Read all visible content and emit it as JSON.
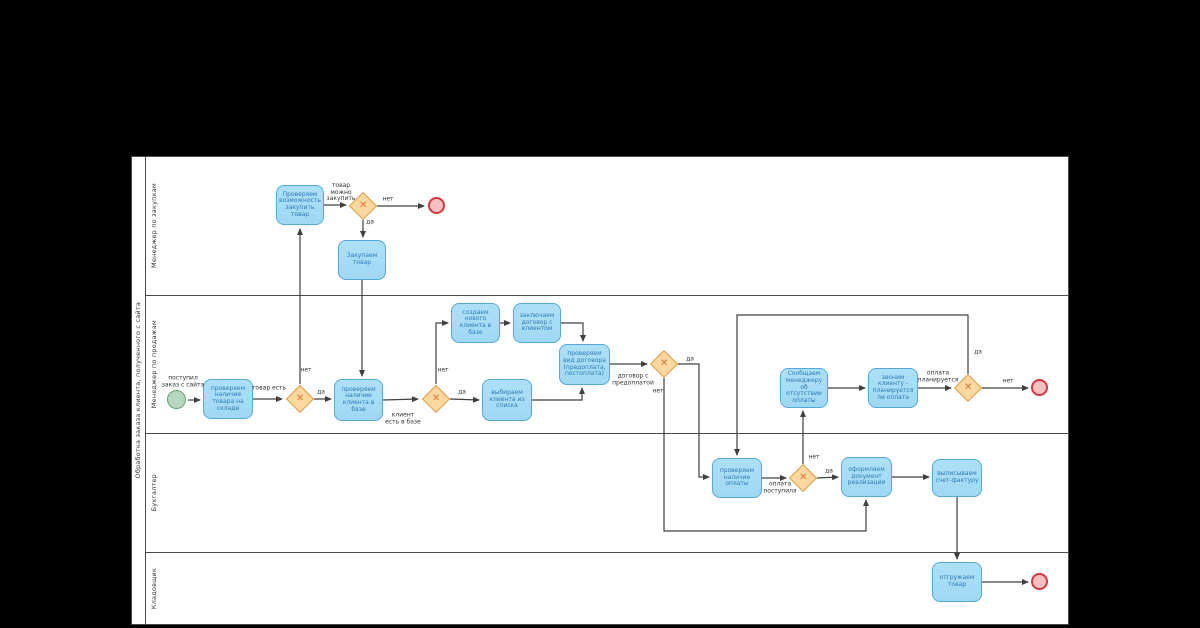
{
  "pool": {
    "title": "Обработка заказа клиента, полученного с сайта",
    "lanes": [
      {
        "label": "Менеджер по закупкам"
      },
      {
        "label": "Менеджер по продажам"
      },
      {
        "label": "Бухгалтер"
      },
      {
        "label": "Кладовщик"
      }
    ]
  },
  "tasks": {
    "check_purchase": "Проверяем возможность закупить товар",
    "purchase": "Закупаем товар",
    "check_stock": "проверяем наличие товара на складе",
    "check_client": "проверяем наличие клиента в базе",
    "create_client": "создаем нового клиента в базе",
    "contract": "заключаем договор с клиентом",
    "select_client": "выбираем клиента из списка",
    "check_contract": "проверяем вид договора (предоплата, постоплата)",
    "notify": "Сообщаем менеджеру об отсутствии оплаты",
    "call": "звоним клиенту - планируется ли оплата",
    "check_payment": "проверяем наличие оплаты",
    "document": "оформляем документ реализации",
    "invoice": "выписываем счет-фактуру",
    "ship": "отгружаем товар"
  },
  "events": {
    "start_label": "поступил заказ с сайта"
  },
  "labels": {
    "yes": "да",
    "no": "нет",
    "can_purchase": "товар можно закупить",
    "in_stock": "товар есть",
    "client_in_base": "клиент есть в базе",
    "prepaid_contract": "договор с предоплатой",
    "payment_received": "оплата поступила",
    "payment_planned": "оплата планируется"
  },
  "icons": {
    "gateway_x": "✕"
  },
  "colors": {
    "page_bg": "#000000",
    "pool_bg": "#ffffff",
    "task_fill": "#ade0f7",
    "task_border": "#54a9da",
    "task_text": "#2e7cb8",
    "gateway_fill": "#fcd79f",
    "gateway_border": "#df9e43",
    "gateway_x": "#e0703a",
    "start_fill": "#b5d8bc",
    "start_border": "#61a377",
    "end_fill": "#f6bfc2",
    "end_border": "#d2383e",
    "line": "#404040",
    "label_text": "#333333"
  }
}
